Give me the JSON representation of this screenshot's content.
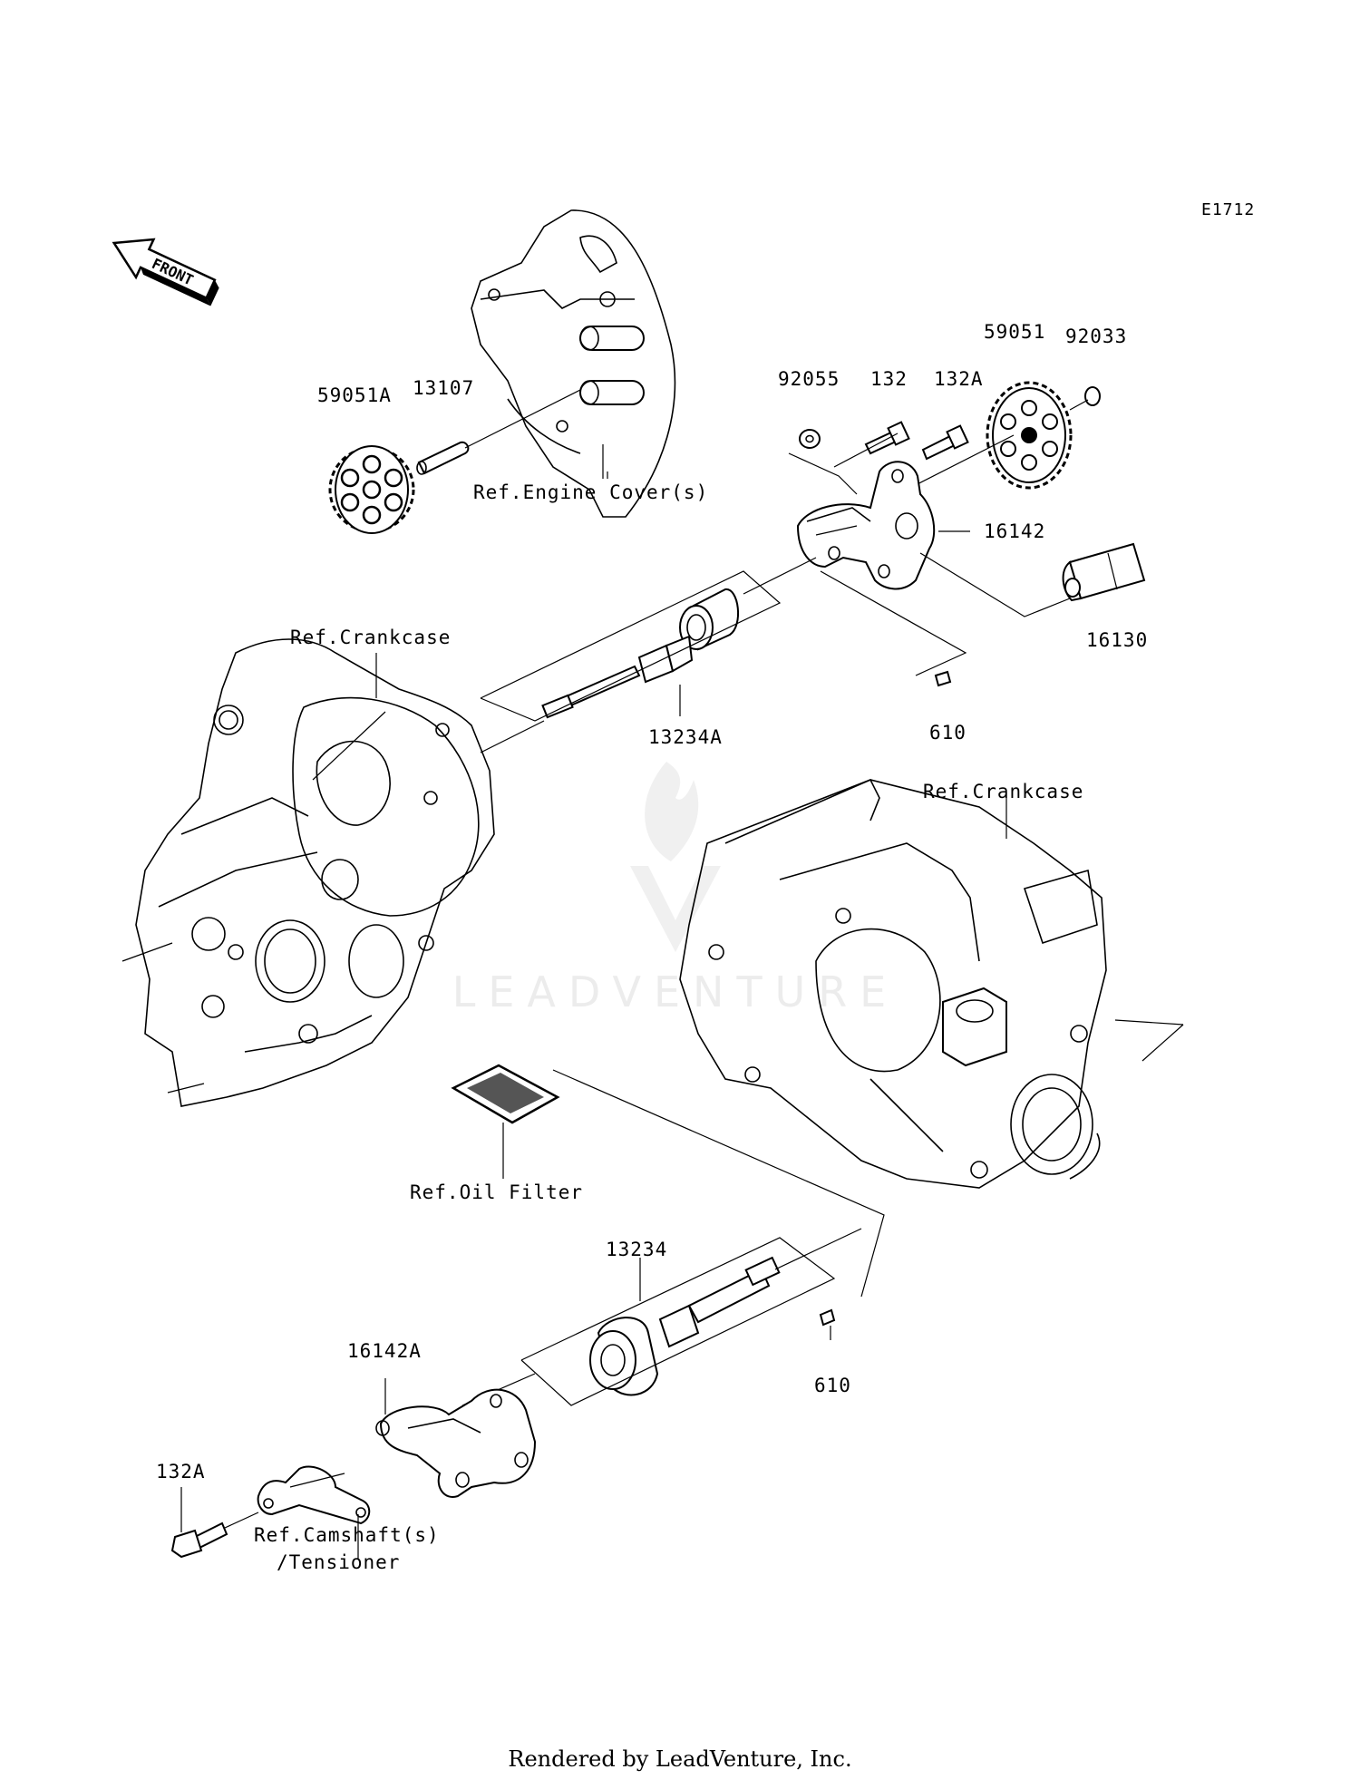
{
  "diagram_code": "E1712",
  "front_indicator": "FRONT",
  "parts": [
    {
      "id": "59051A",
      "label": "59051A"
    },
    {
      "id": "13107",
      "label": "13107"
    },
    {
      "id": "92055",
      "label": "92055"
    },
    {
      "id": "132",
      "label": "132"
    },
    {
      "id": "132A-top",
      "label": "132A"
    },
    {
      "id": "59051",
      "label": "59051"
    },
    {
      "id": "92033",
      "label": "92033"
    },
    {
      "id": "16142",
      "label": "16142"
    },
    {
      "id": "16130",
      "label": "16130"
    },
    {
      "id": "13234A",
      "label": "13234A"
    },
    {
      "id": "610-top",
      "label": "610"
    },
    {
      "id": "13234",
      "label": "13234"
    },
    {
      "id": "610-bottom",
      "label": "610"
    },
    {
      "id": "16142A",
      "label": "16142A"
    },
    {
      "id": "132A-bottom",
      "label": "132A"
    }
  ],
  "references": {
    "engine_cover": "Ref.Engine Cover(s)",
    "crankcase_left": "Ref.Crankcase",
    "crankcase_right": "Ref.Crankcase",
    "oil_filter": "Ref.Oil Filter",
    "camshaft_line1": "Ref.Camshaft(s)",
    "camshaft_line2": "/Tensioner"
  },
  "watermark": "LEADVENTURE",
  "footer": "Rendered by LeadVenture, Inc."
}
